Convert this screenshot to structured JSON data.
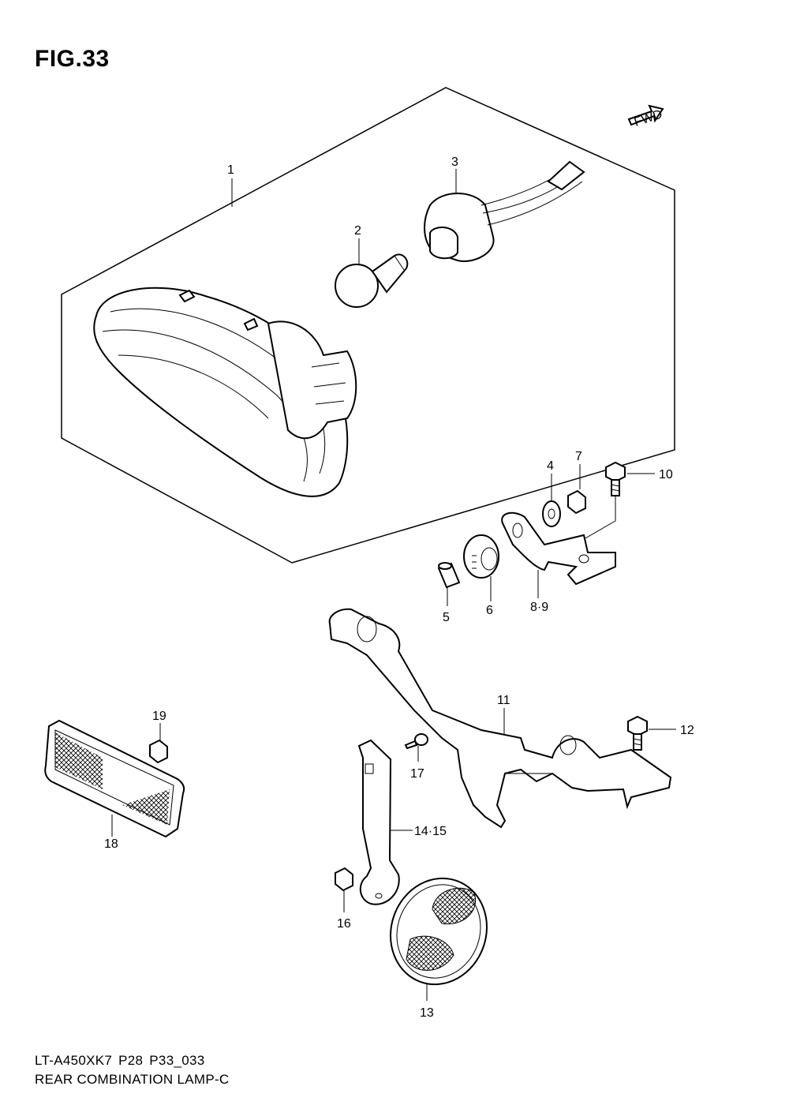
{
  "figure": {
    "title": "FIG.33"
  },
  "fwd_label": "FWD",
  "callouts": {
    "c1": "1",
    "c2": "2",
    "c3": "3",
    "c4": "4",
    "c5": "5",
    "c6": "6",
    "c7": "7",
    "c89": "8·9",
    "c10": "10",
    "c11": "11",
    "c12": "12",
    "c13": "13",
    "c1415": "14·15",
    "c16": "16",
    "c17": "17",
    "c18": "18",
    "c19": "19"
  },
  "footer": {
    "model": "LT-A450XK7",
    "page1": "P28",
    "page2": "P33_033",
    "section": "REAR COMBINATION LAMP-C"
  }
}
